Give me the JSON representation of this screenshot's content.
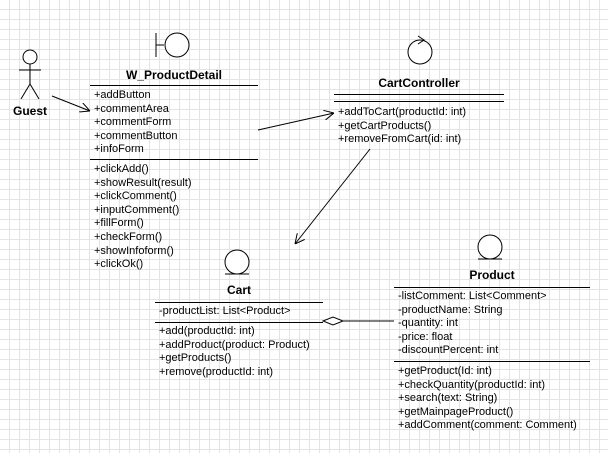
{
  "actor": {
    "name": "Guest"
  },
  "boundary": {
    "name": "W_ProductDetail",
    "attributes": [
      "+addButton",
      "+commentArea",
      "+commentForm",
      "+commentButton",
      "+infoForm"
    ],
    "operations": [
      "+clickAdd()",
      "+showResult(result)",
      "+clickComment()",
      "+inputComment()",
      "+fillForm()",
      "+checkForm()",
      "+showInfoform()",
      "+clickOk()"
    ]
  },
  "controller": {
    "name": "CartController",
    "attributes": [],
    "operations": [
      "+addToCart(productId: int)",
      "+getCartProducts()",
      "+removeFromCart(id: int)"
    ]
  },
  "cart": {
    "name": "Cart",
    "attributes": [
      "-productList: List<Product>"
    ],
    "operations": [
      "+add(productId: int)",
      "+addProduct(product: Product)",
      "+getProducts()",
      "+remove(productId: int)"
    ]
  },
  "product": {
    "name": "Product",
    "attributes": [
      "-listComment: List<Comment>",
      "-productName: String",
      "-quantity: int",
      "-price: float",
      "-discountPercent: int"
    ],
    "operations": [
      "+getProduct(Id: int)",
      "+checkQuantity(productId: int)",
      "+search(text: String)",
      "+getMainpageProduct()",
      "+addComment(comment: Comment)"
    ]
  }
}
